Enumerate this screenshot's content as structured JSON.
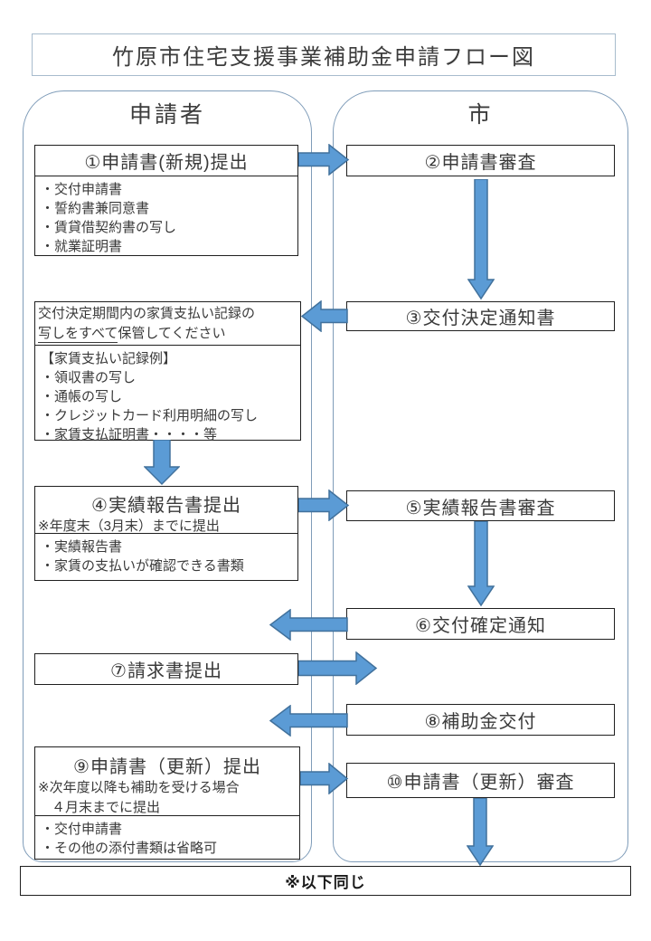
{
  "title": "竹原市住宅支援事業補助金申請フロー図",
  "lanes": {
    "left": "申請者",
    "right": "市"
  },
  "steps": {
    "s1": {
      "title": "①申請書(新規)提出",
      "items": [
        "・交付申請書",
        "・誓約書兼同意書",
        "・賃貸借契約書の写し",
        "・就業証明書"
      ]
    },
    "s2": {
      "title": "②申請書審査"
    },
    "s3": {
      "title": "③交付決定通知書"
    },
    "s4": {
      "title": "④実績報告書提出",
      "note_prefix": "※",
      "note_underline": "年度末（3月末）までに",
      "note_rest": "提出",
      "items": [
        "・実績報告書",
        "・家賃の支払いが確認できる書類"
      ]
    },
    "s5": {
      "title": "⑤実績報告書審査"
    },
    "s6": {
      "title": "⑥交付確定通知"
    },
    "s7": {
      "title": "⑦請求書提出"
    },
    "s8": {
      "title": "⑧補助金交付"
    },
    "s9": {
      "title": "⑨申請書（更新）提出",
      "note_line1": "※次年度以降も補助を受ける場合",
      "note2_space": "　",
      "note2_underline": "４月末までに",
      "note2_rest": "提出",
      "items": [
        "・交付申請書",
        "・その他の添付書類は省略可"
      ]
    },
    "s10": {
      "title": "⑩申請書（更新）審査"
    }
  },
  "keep_note": {
    "line1": "交付決定期間内の家賃支払い記録の",
    "line2_underline": "写しをすべて",
    "line2_rest": "保管してください",
    "examples_title": "【家賃支払い記録例】",
    "examples": [
      "・領収書の写し",
      "・通帳の写し",
      "・クレジットカード利用明細の写し",
      "・家賃支払証明書・・・・等"
    ]
  },
  "footer": "※以下同じ",
  "colors": {
    "arrow_fill": "#5b9bd5",
    "arrow_stroke": "#41719c",
    "lane_border": "#7f9cb9",
    "title_border": "#a8bccd",
    "box_border": "#1f1f1f"
  }
}
